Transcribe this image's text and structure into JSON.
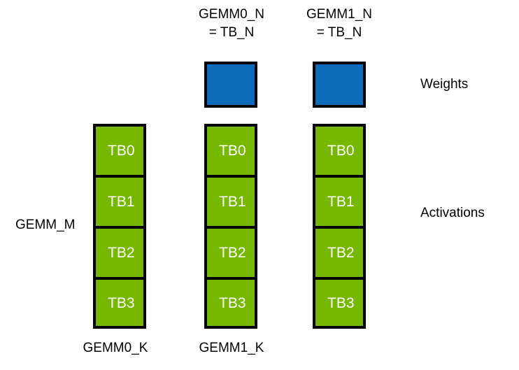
{
  "diagram": {
    "background_color": "#ffffff",
    "weight_color": "#0d6cb9",
    "activation_color": "#76b800",
    "border_color": "#000000",
    "cell_text_color": "#ffffff",
    "label_text_color": "#000000"
  },
  "column_headers": [
    {
      "line1": "GEMM0_N",
      "line2": "= TB_N"
    },
    {
      "line1": "GEMM1_N",
      "line2": "= TB_N"
    }
  ],
  "row_labels": {
    "weights": "Weights",
    "activations": "Activations"
  },
  "left_label": "GEMM_M",
  "bottom_labels": [
    "GEMM0_K",
    "GEMM1_K"
  ],
  "weights": [
    {
      "name": "gemm0-weight-block"
    },
    {
      "name": "gemm1-weight-block"
    }
  ],
  "activation_columns": [
    {
      "cells": [
        "TB0",
        "TB1",
        "TB2",
        "TB3"
      ]
    },
    {
      "cells": [
        "TB0",
        "TB1",
        "TB2",
        "TB3"
      ]
    },
    {
      "cells": [
        "TB0",
        "TB1",
        "TB2",
        "TB3"
      ]
    }
  ]
}
